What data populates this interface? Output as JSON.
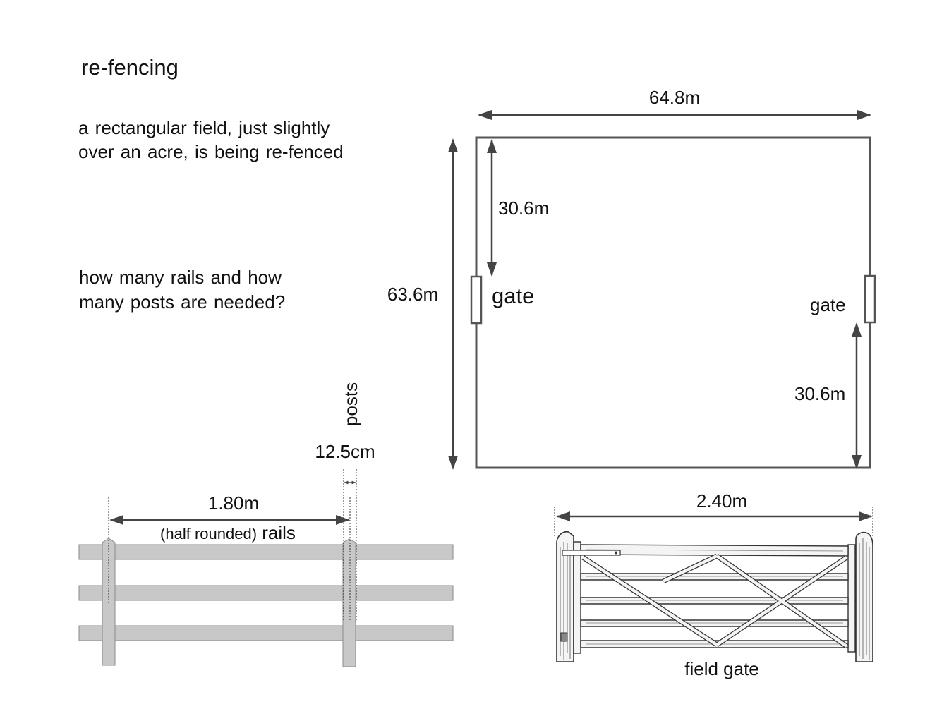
{
  "title": "re-fencing",
  "intro": {
    "line1": "a rectangular field, just slightly",
    "line2": "over an acre, is being  re-fenced"
  },
  "question": {
    "line1": "how many rails and how",
    "line2": "many posts are needed?"
  },
  "field": {
    "width_label": "64.8m",
    "height_label": "63.6m",
    "left_gate_offset_label": "30.6m",
    "right_gate_offset_label": "30.6m",
    "left_gate_label": "gate",
    "right_gate_label": "gate"
  },
  "fence": {
    "post_width_label": "12.5cm",
    "posts_label": "posts",
    "span_label": "1.80m",
    "rails_prefix": "(half rounded)",
    "rails_label": "rails"
  },
  "field_gate": {
    "width_label": "2.40m",
    "caption": "field gate"
  },
  "colors": {
    "line": "#444444",
    "rail_fill": "#c8c8c8",
    "rail_stroke": "#777777"
  }
}
